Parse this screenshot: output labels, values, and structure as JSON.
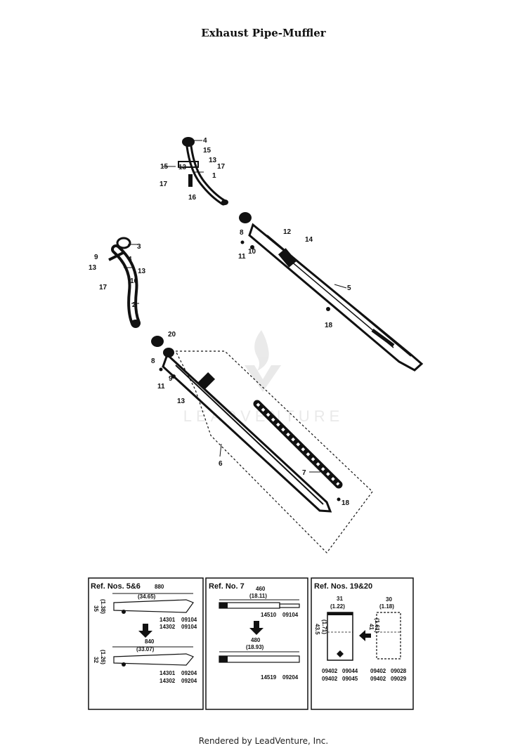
{
  "title": "Exhaust Pipe-Muffler",
  "footer": "Rendered by LeadVenture, Inc.",
  "watermark": "LEADVENTURE",
  "callouts": {
    "c4a": "4",
    "c15a": "15",
    "c13a": "13",
    "c17a": "17",
    "c1": "1",
    "c15b": "15",
    "c13b": "13",
    "c17b": "17",
    "c16a": "16",
    "c3": "3",
    "c9a": "9",
    "c4b": "4",
    "c13c": "13",
    "c13d": "13",
    "c16b": "16",
    "c17c": "17",
    "c2": "2",
    "c8a": "8",
    "c10a": "10",
    "c11a": "11",
    "c12": "12",
    "c14": "14",
    "c5": "5",
    "c18a": "18",
    "c20": "20",
    "c8b": "8",
    "c11b": "11",
    "c9b": "9",
    "c13e": "13",
    "c6": "6",
    "c7": "7",
    "c18b": "18"
  },
  "panels": [
    {
      "header": "Ref. Nos. 5&6",
      "top_dim": "880",
      "top_dim_in": "(34.65)",
      "side_dim_a": "35",
      "side_dim_a_in": "(1.38)",
      "parts_a": [
        "14301",
        "09104",
        "14302",
        "09104"
      ],
      "bottom_dim": "840",
      "bottom_dim_in": "(33.07)",
      "side_dim_b": "32",
      "side_dim_b_in": "(1.26)",
      "parts_b": [
        "14301",
        "09204",
        "14302",
        "09204"
      ]
    },
    {
      "header": "Ref. No. 7",
      "top_dim": "460",
      "top_dim_in": "(18.11)",
      "parts_a": [
        "14510",
        "09104"
      ],
      "bottom_dim": "480",
      "bottom_dim_in": "(18.93)",
      "parts_b": [
        "14519",
        "09204"
      ]
    },
    {
      "header": "Ref. Nos. 19&20",
      "dim_a": "31",
      "dim_a_in": "(1.22)",
      "dim_b": "30",
      "dim_b_in": "(1.18)",
      "side_a": "43.5",
      "side_a_in": "(1.71)",
      "side_b": "41",
      "side_b_in": "(1.61)",
      "parts": [
        "09402",
        "09044",
        "09402",
        "09028",
        "09402",
        "09045",
        "09402",
        "09029"
      ]
    }
  ]
}
